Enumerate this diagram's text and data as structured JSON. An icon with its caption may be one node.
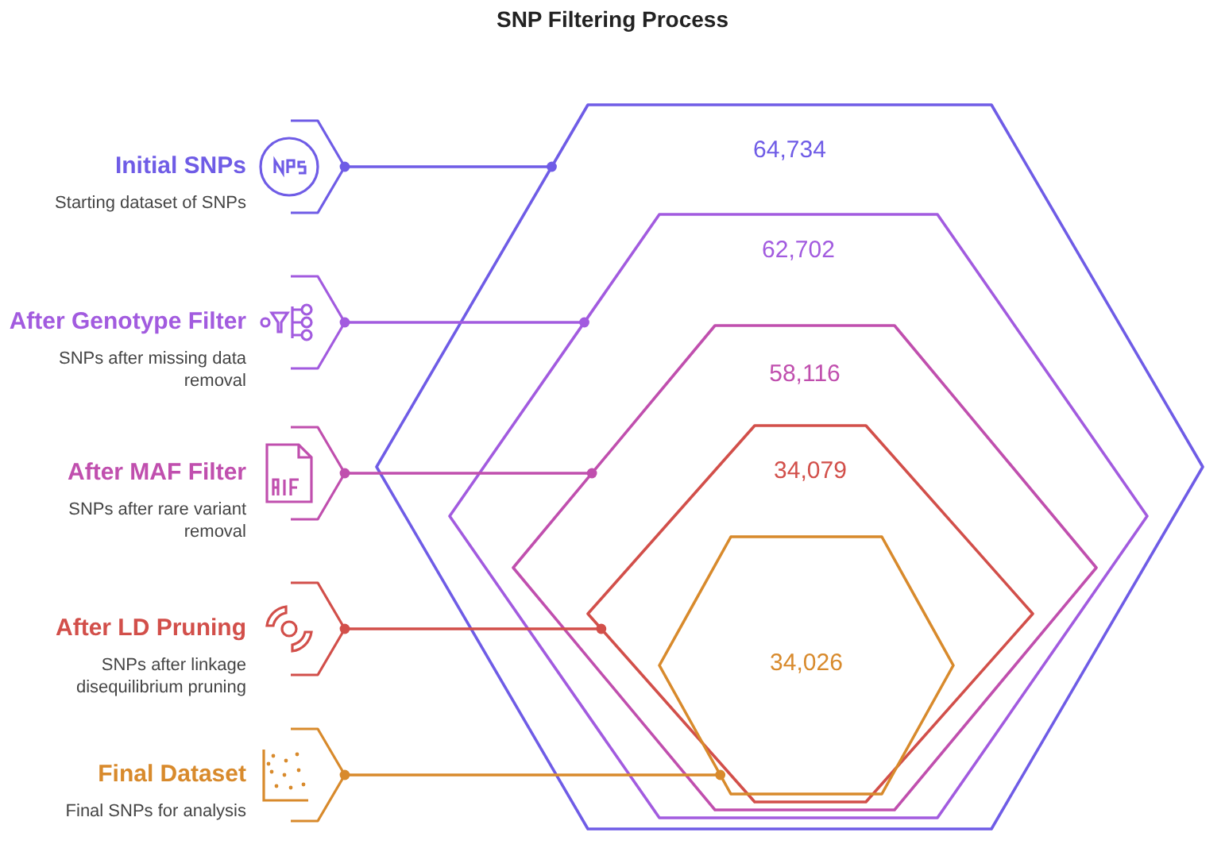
{
  "diagram": {
    "title": "SNP Filtering Process",
    "nodes": [
      {
        "text": [
          "Initial SNPs",
          "Starting dataset of SNPs"
        ]
      },
      {
        "text": [
          "After Genotype Filter",
          "SNPs after missing data removal"
        ]
      },
      {
        "text": [
          "After MAF Filter",
          "SNPs after rare variant removal"
        ]
      },
      {
        "text": [
          "After LD Pruning",
          "SNPs after linkage disequilibrium pruning"
        ]
      },
      {
        "text": [
          "Final Dataset",
          "Final SNPs for analysis"
        ]
      },
      {
        "text": [
          "64,734"
        ]
      },
      {
        "text": [
          "62,702"
        ],
        "in": 5
      },
      {
        "text": [
          "58,116"
        ],
        "in": 6
      },
      {
        "text": [
          "34,079"
        ],
        "in": 7
      },
      {
        "text": [
          "34,026"
        ],
        "in": 8
      }
    ],
    "edges": [
      {
        "from": 0,
        "to": 5,
        "arrow": "other",
        "color": "#6f5ce6"
      },
      {
        "from": 1,
        "to": 6,
        "arrow": "other",
        "color": "#a25bdf"
      },
      {
        "from": 2,
        "to": 7,
        "arrow": "other",
        "color": "#c04fae"
      },
      {
        "from": 3,
        "to": 8,
        "arrow": "other",
        "color": "#d24f4a"
      },
      {
        "from": 4,
        "to": 9,
        "arrow": "other",
        "color": "#d88a2c"
      }
    ]
  }
}
